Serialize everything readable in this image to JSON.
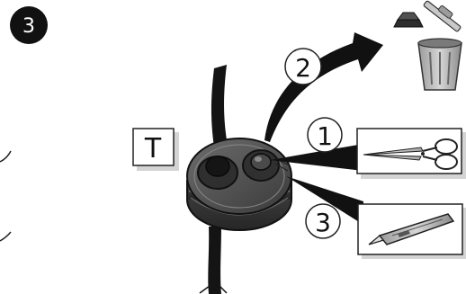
{
  "diagram": {
    "step_badge": "3",
    "tool_label": "T",
    "callouts": [
      {
        "number": "1",
        "target": "scissors-icon"
      },
      {
        "number": "2",
        "target": "trash-can-icon"
      },
      {
        "number": "3",
        "target": "utility-knife-icon"
      }
    ],
    "icons": [
      "cable-gland-icon",
      "trash-can-icon",
      "scissors-icon",
      "utility-knife-icon",
      "curved-arrow-icon"
    ]
  }
}
